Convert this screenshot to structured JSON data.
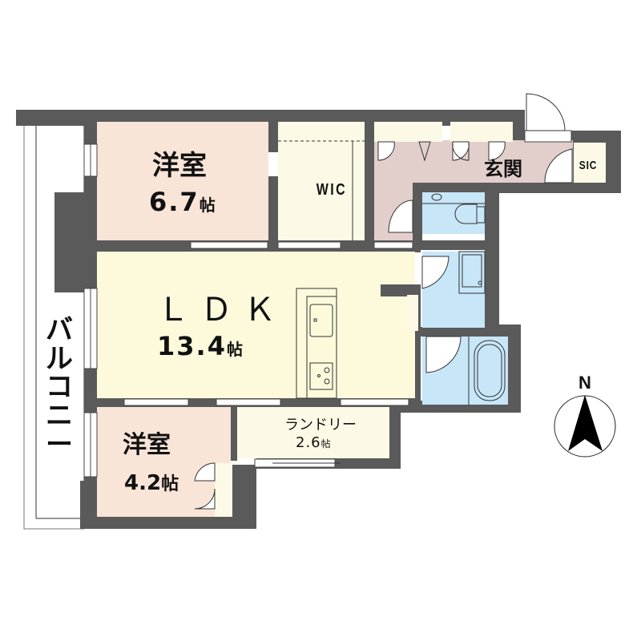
{
  "colors": {
    "wall": "#5a5a5a",
    "western_room": "#f9e4d8",
    "ldk": "#fcfadb",
    "storage": "#fcfae6",
    "entrance": "#e2cfcb",
    "wet_area": "#c7e6f8",
    "balcony": "#ffffff"
  },
  "rooms": {
    "bedroom1": {
      "name": "洋室",
      "area_value": "6.7",
      "unit": "帖"
    },
    "wic": {
      "name": "WIC"
    },
    "entrance": {
      "name": "玄関"
    },
    "sic": {
      "name": "SIC"
    },
    "ldk": {
      "name": "ＬＤＫ",
      "area_value": "13.4",
      "unit": "帖"
    },
    "laundry": {
      "name": "ランドリー",
      "area_value": "2.6",
      "unit": "帖"
    },
    "bedroom2": {
      "name": "洋室",
      "area_value": "4.2",
      "unit": "帖"
    },
    "balcony": {
      "name": "バルコニー",
      "chars": [
        "バ",
        "ル",
        "コ",
        "ニ",
        "ー"
      ]
    }
  },
  "compass": {
    "label": "N"
  }
}
